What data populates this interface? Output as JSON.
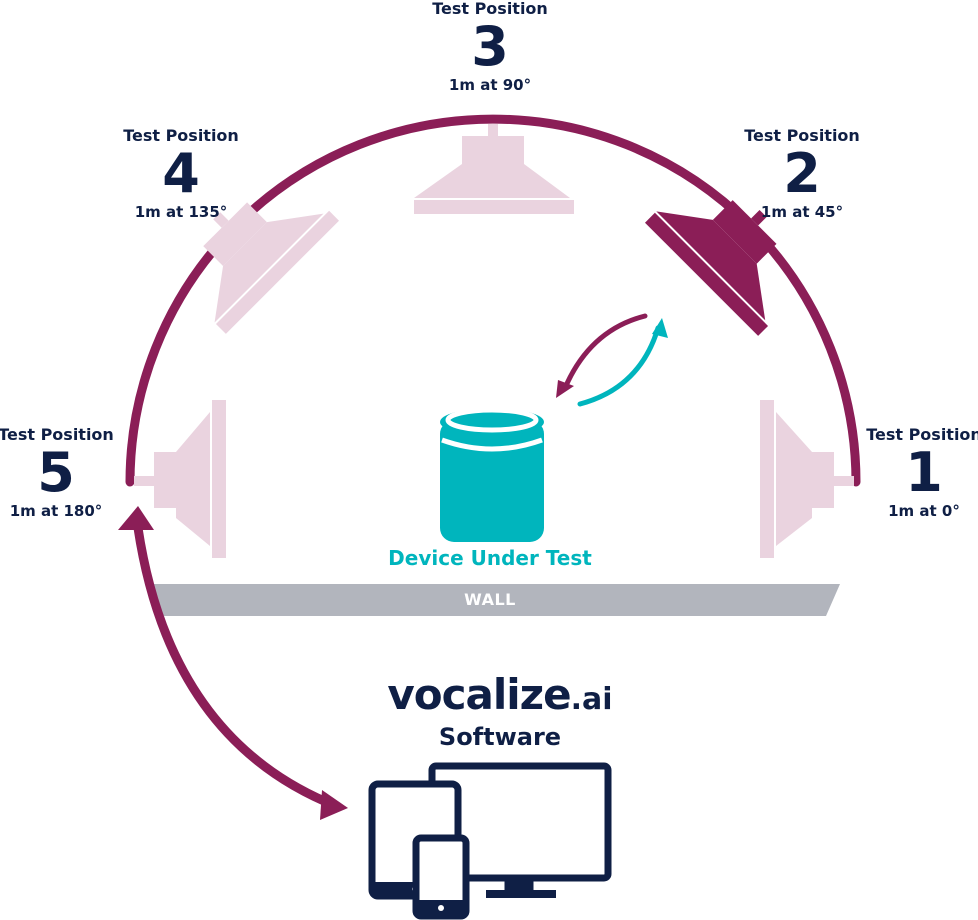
{
  "positions": [
    {
      "title": "Test Position",
      "number": "1",
      "distance": "1m at 0°"
    },
    {
      "title": "Test Position",
      "number": "2",
      "distance": "1m at 45°"
    },
    {
      "title": "Test Position",
      "number": "3",
      "distance": "1m at 90°"
    },
    {
      "title": "Test Position",
      "number": "4",
      "distance": "1m at 135°"
    },
    {
      "title": "Test Position",
      "number": "5",
      "distance": "1m at 180°"
    }
  ],
  "device_label": "Device Under Test",
  "wall_label": "WALL",
  "brand": {
    "logo_main": "vocalize",
    "logo_suffix": ".ai",
    "subtitle": "Software"
  },
  "colors": {
    "arc": "#8b1e57",
    "speaker_inactive": "#ead3df",
    "device": "#00b5bd",
    "navy": "#0f1f45",
    "wall": "#b2b5bd"
  }
}
